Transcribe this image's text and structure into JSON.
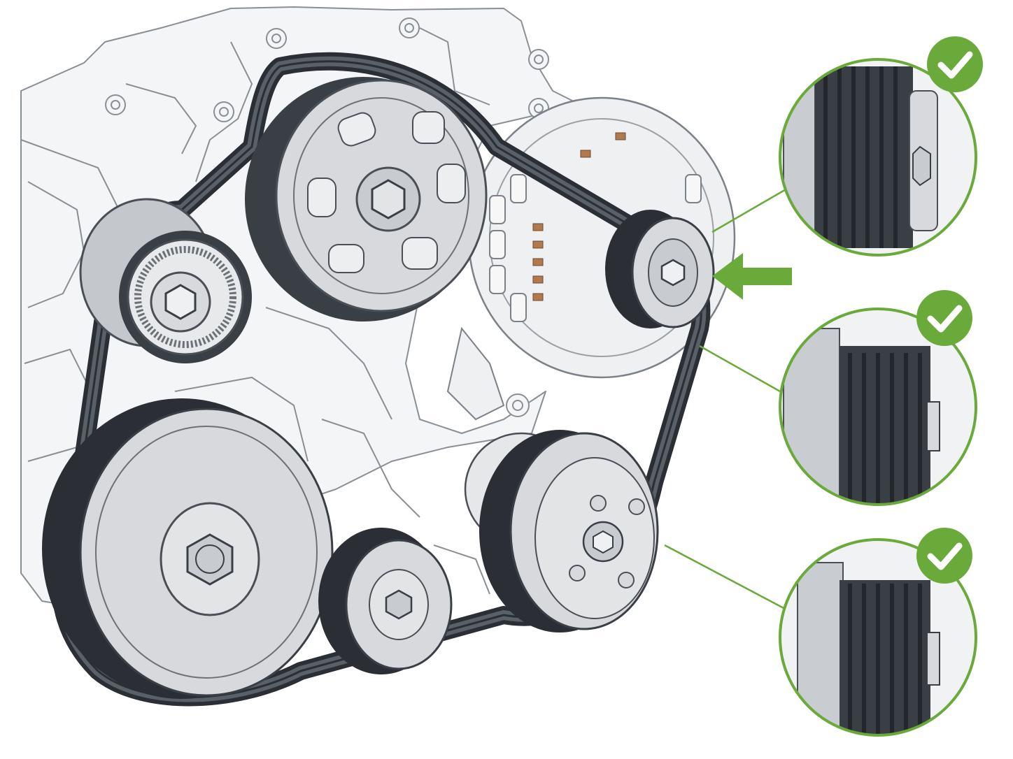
{
  "colors": {
    "accent": "#6aaa3a",
    "belt": "#3c4148",
    "belt_dark": "#2b2f35",
    "pulley_fill": "#d7d9dc",
    "pulley_light": "#e6e8ea",
    "engine_line": "#8a8f96",
    "engine_fill": "#f2f3f4",
    "outline": "#4a4f56"
  },
  "icons": {
    "check": "check-icon",
    "arrow": "arrow-left-icon"
  },
  "callouts": [
    {
      "name": "alternator-pulley-detail",
      "status": "ok"
    },
    {
      "name": "belt-alignment-detail",
      "status": "ok"
    },
    {
      "name": "ac-compressor-pulley-detail",
      "status": "ok"
    }
  ]
}
